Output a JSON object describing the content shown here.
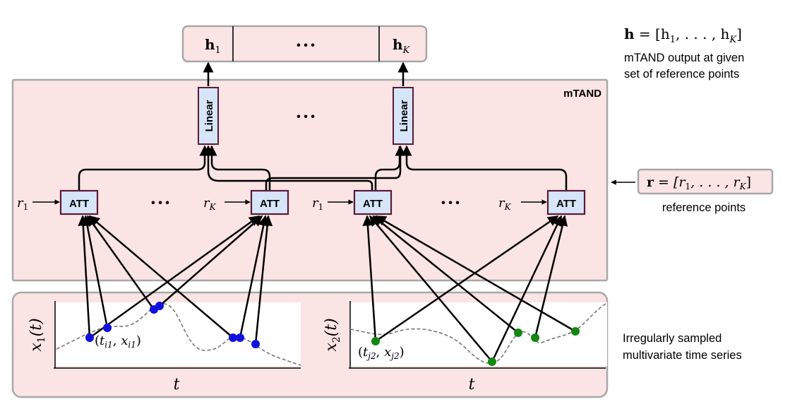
{
  "output_vector": {
    "cells": [
      "h",
      "• • •",
      "h"
    ],
    "cell_subscripts": [
      "1",
      "",
      "K"
    ]
  },
  "output_equation": {
    "lhs": "h",
    "body": " = [h",
    "sub1": "1",
    "mid": ", . . . , h",
    "subK": "K",
    "end": "]"
  },
  "output_caption": [
    "mTAND output at given",
    "set of reference points"
  ],
  "module_label": "mTAND",
  "linear_label": "Linear",
  "att_label": "ATT",
  "ellipsis": "• • •",
  "r_labels": [
    {
      "base": "r",
      "sub": "1"
    },
    {
      "base": "r",
      "sub": "K"
    },
    {
      "base": "r",
      "sub": "1"
    },
    {
      "base": "r",
      "sub": "K"
    }
  ],
  "reference_equation": {
    "lhs": "r",
    "body": " = [r",
    "sub1": "1",
    "mid": ", . . . , r",
    "subK": "K",
    "end": "]"
  },
  "reference_caption": "reference points",
  "series_caption": [
    "Irregularly sampled",
    "multivariate time series"
  ],
  "plots": [
    {
      "ylabel_base": "x",
      "ylabel_sub": "1",
      "ylabel_end": "(t)",
      "xlabel": "t",
      "point_label": {
        "t_sub": "i1",
        "x_sub": "i1"
      },
      "point_color": "#1010e0"
    },
    {
      "ylabel_base": "x",
      "ylabel_sub": "2",
      "ylabel_end": "(t)",
      "xlabel": "t",
      "point_label": {
        "t_sub": "j2",
        "x_sub": "j2"
      },
      "point_color": "#118811"
    }
  ],
  "colors": {
    "panel_fill": "#fbe4e4",
    "panel_stroke": "#a8a8a8",
    "node_fill": "#d6e6f8",
    "node_stroke": "#5a1a3a"
  }
}
